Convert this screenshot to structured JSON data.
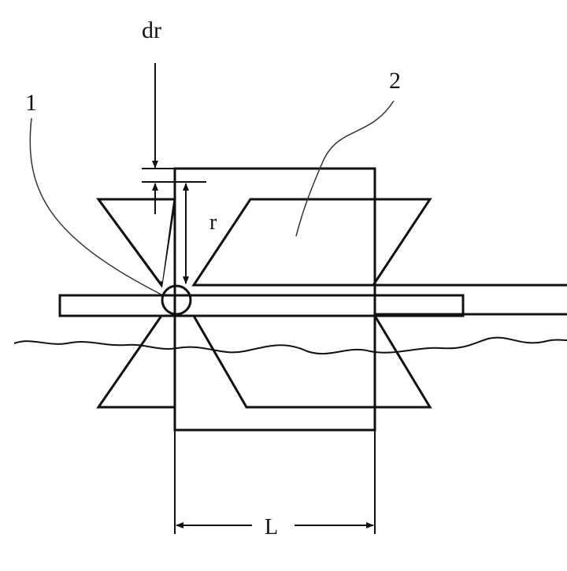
{
  "labels": {
    "dr": "dr",
    "r": "r",
    "part1": "1",
    "part2": "2",
    "L": "L"
  },
  "colors": {
    "line": "#111111",
    "background": "#ffffff"
  }
}
